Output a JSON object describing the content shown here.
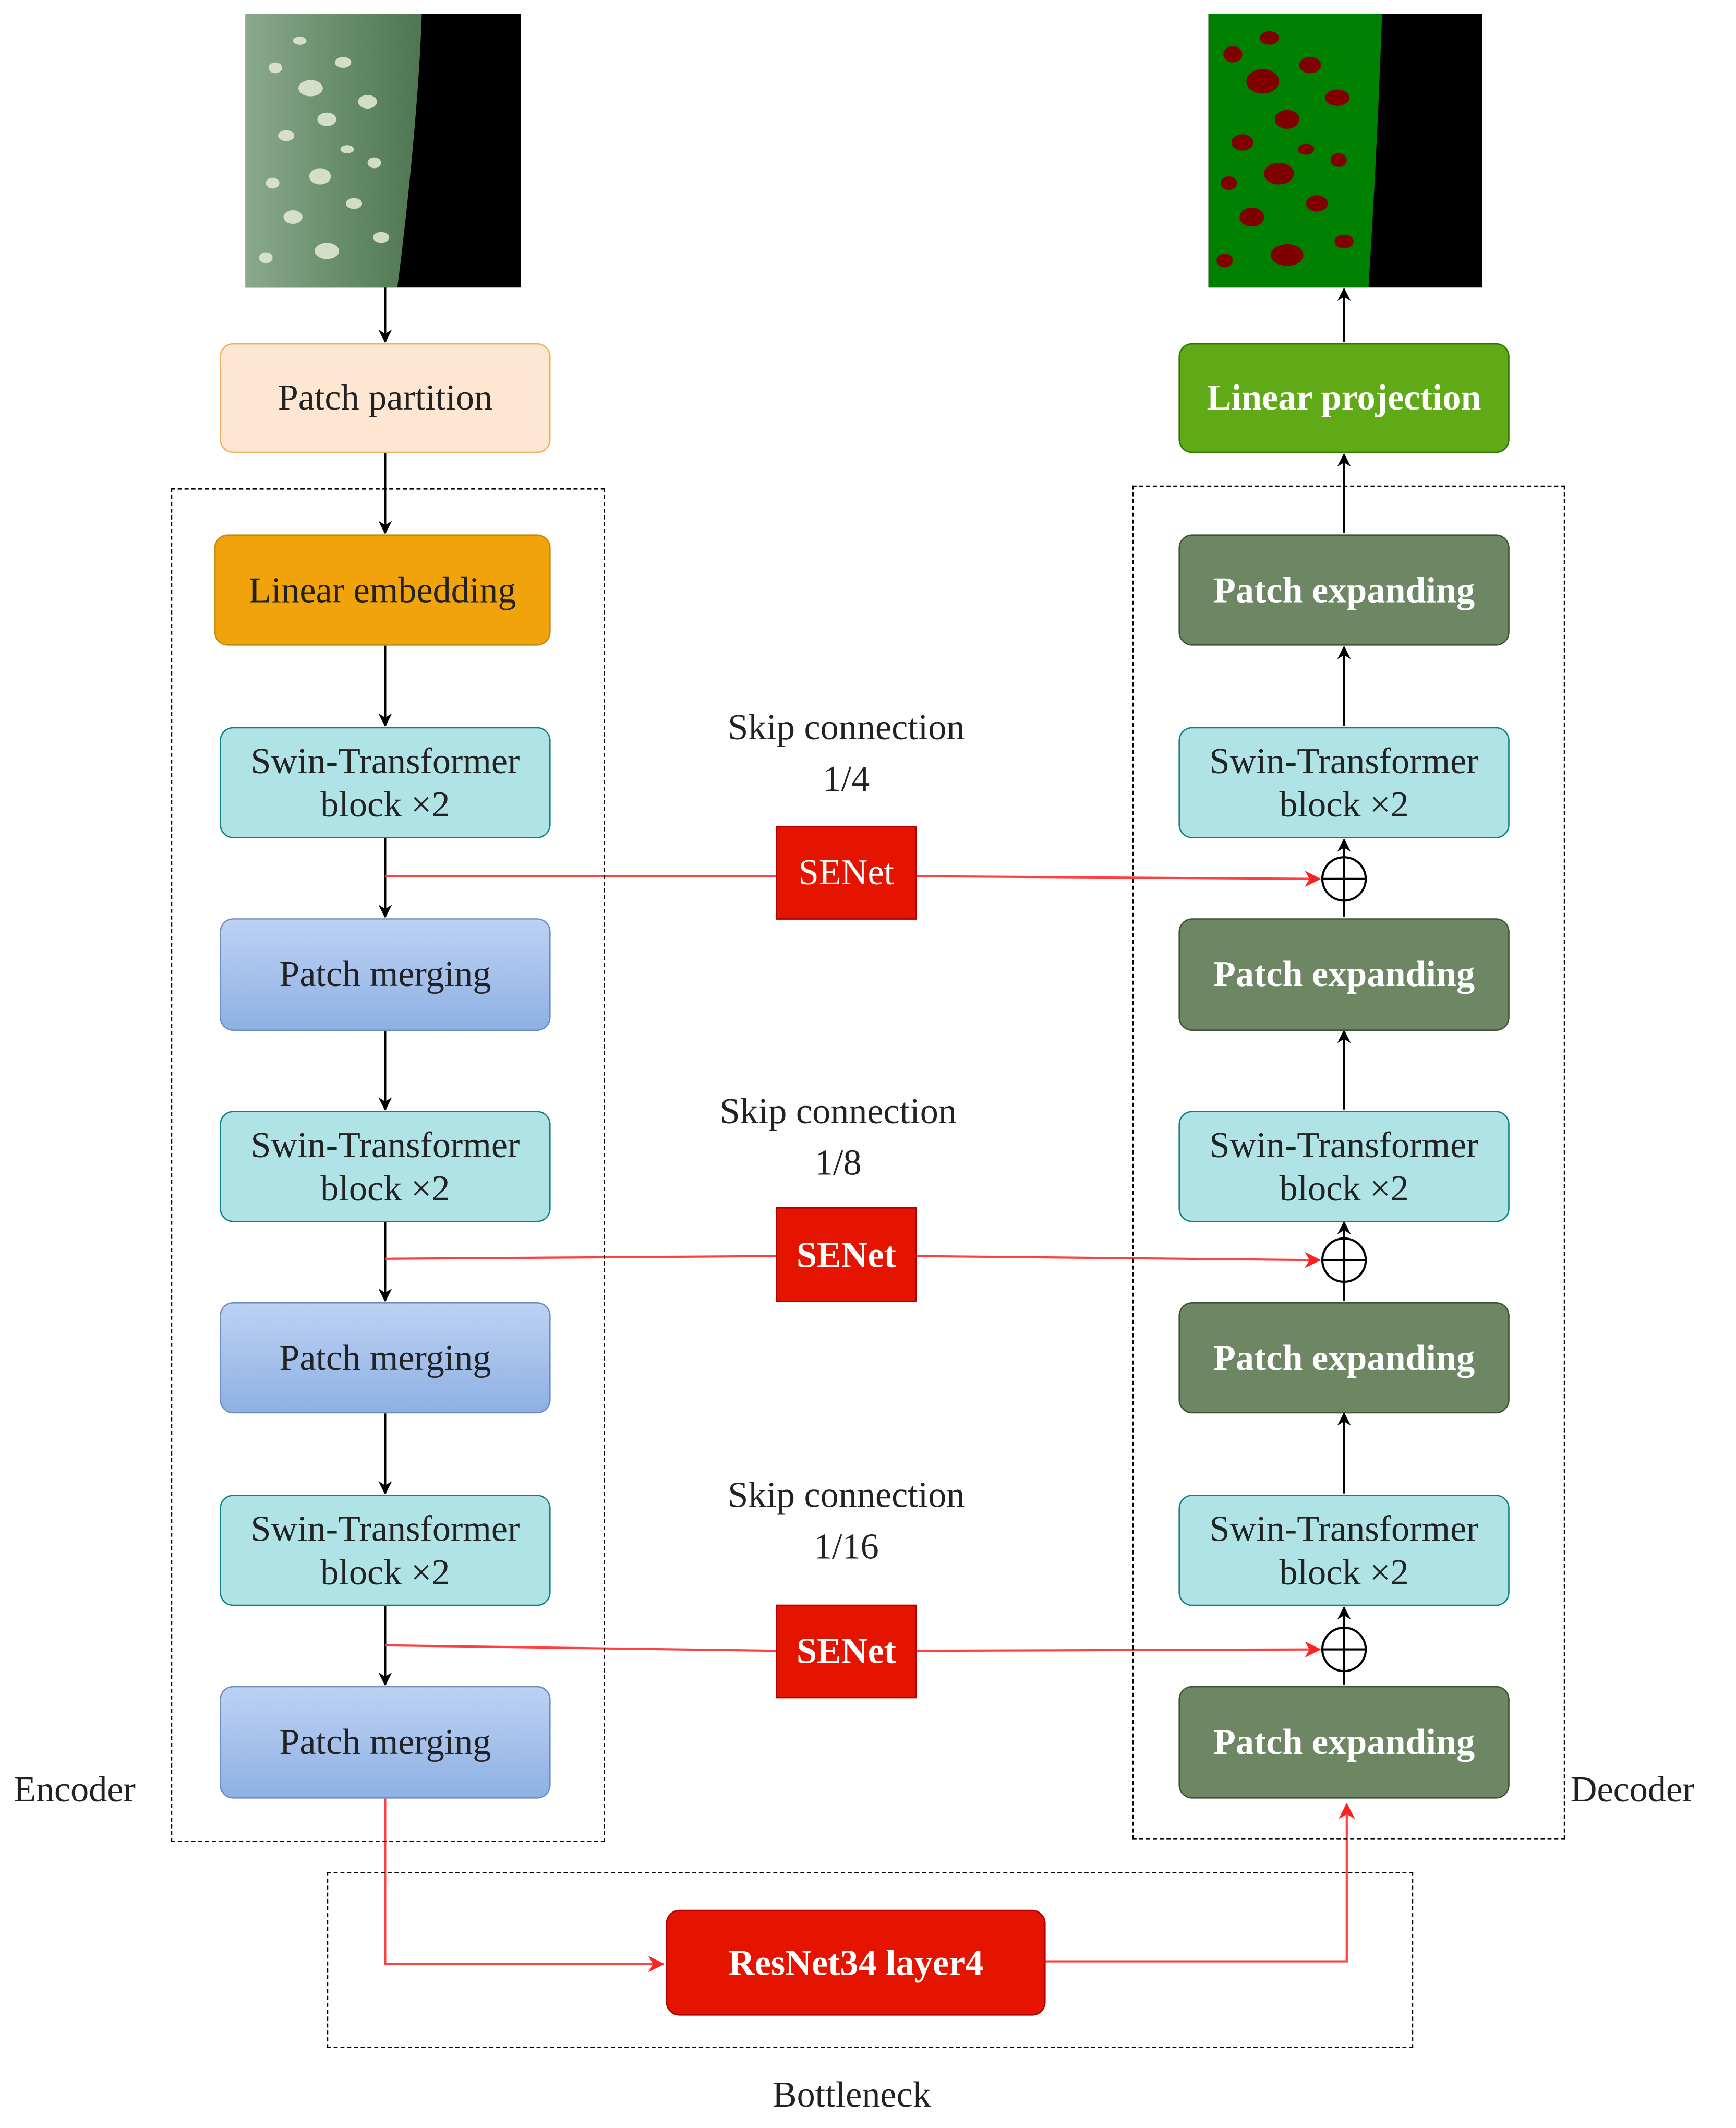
{
  "input_image": {
    "description_icon": "leaf-photo-icon"
  },
  "output_image": {
    "description_icon": "segmentation-mask-icon"
  },
  "colors": {
    "patch_partition": "#fde6d2",
    "linear_embedding": "#f0a30a",
    "swin_block": "#b0e3e6",
    "patch_merging": "#a9c4eb",
    "patch_expanding": "#6d8764",
    "linear_projection": "#60a917",
    "senet": "#e51400",
    "resnet": "#e51400",
    "skip_line": "#ff4040"
  },
  "encoder": {
    "label": "Encoder",
    "patch_partition": "Patch partition",
    "linear_embedding": "Linear embedding",
    "swin_blocks": [
      [
        "Swin-Transformer",
        "block ×2"
      ],
      [
        "Swin-Transformer",
        "block ×2"
      ],
      [
        "Swin-Transformer",
        "block ×2"
      ]
    ],
    "patch_merging": [
      "Patch merging",
      "Patch merging",
      "Patch merging"
    ]
  },
  "decoder": {
    "label": "Decoder",
    "linear_projection": "Linear projection",
    "patch_expanding": [
      "Patch expanding",
      "Patch expanding",
      "Patch expanding",
      "Patch expanding"
    ],
    "swin_blocks": [
      [
        "Swin-Transformer",
        "block ×2"
      ],
      [
        "Swin-Transformer",
        "block ×2"
      ],
      [
        "Swin-Transformer",
        "block ×2"
      ]
    ]
  },
  "skips": [
    {
      "title": "Skip connection",
      "ratio": "1/4",
      "module": "SENet"
    },
    {
      "title": "Skip connection",
      "ratio": "1/8",
      "module": "SENet"
    },
    {
      "title": "Skip connection",
      "ratio": "1/16",
      "module": "SENet"
    }
  ],
  "bottleneck": {
    "label": "Bottleneck",
    "module": "ResNet34 layer4"
  }
}
